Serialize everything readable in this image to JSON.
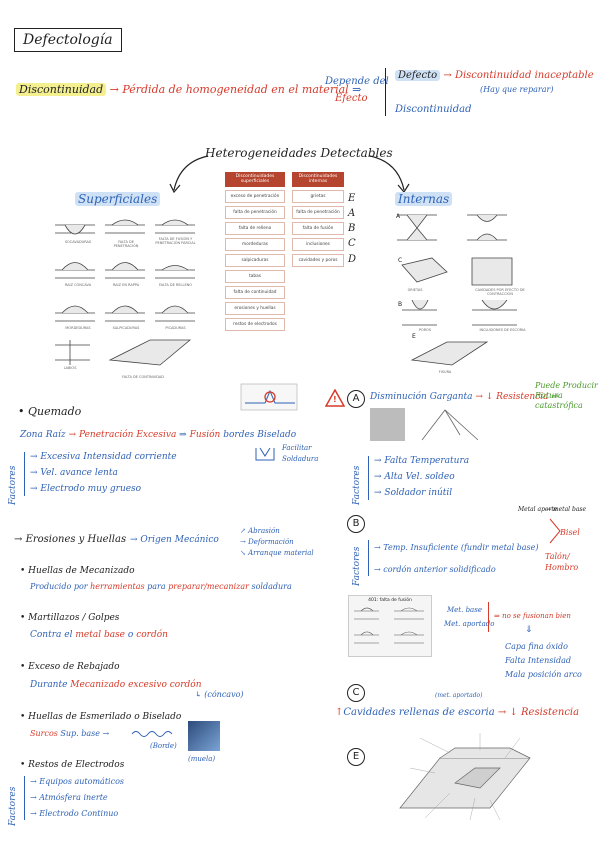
{
  "title": "Defectología",
  "intro": {
    "discontinuidad": "Discontinuidad",
    "perdida": "Pérdida de homogeneidad en el material",
    "depende1": "Depende del",
    "efecto": "Efecto",
    "defecto": "Defecto",
    "disc_inaceptable": "Discontinuidad inaceptable",
    "hay_reparar": "(Hay que reparar)",
    "discontinuidad2": "Discontinuidad"
  },
  "heterogeneidades": "Heterogeneidades Detectables",
  "superficiales": "Superficiales",
  "internas": "Internas",
  "table": {
    "left_header": "Discontinuidades superficiales",
    "right_header": "Discontinuidades internas",
    "left_items": [
      "exceso de penetración",
      "falta de penetración",
      "falta de relleno",
      "mordeduras",
      "salpicaduras",
      "tabas",
      "falta de continuidad",
      "erosiones y huellas",
      "restos de electrodos"
    ],
    "right_items": [
      "grietas",
      "falta de penetración",
      "falta de fusión",
      "inclusiones",
      "cavidades y poros"
    ],
    "letters": [
      "E",
      "A",
      "B",
      "C",
      "D"
    ]
  },
  "left_sketch_captions": [
    "SOCAVADURAS",
    "FALTA DE PENETRACIÓN",
    "FALTA DE FUSIÓN Y PENETRACIÓN PARCIAL",
    "RAIZ CÓNCAVA",
    "RAIZ EN RAPPA",
    "FALTA DE RELLENO",
    "MORDEDURAS",
    "SALPICADURAS",
    "PICADURAS",
    "LABIOS",
    "FALTA DE CONTINUIDAD"
  ],
  "right_sketch_captions": [
    "GRIETAS",
    "CAVIDADES POR EFECTO DE CONTRACCIÓN",
    "POROS",
    "INCLUSIONES DE ESCORIA",
    "FISURA"
  ],
  "quemado": {
    "title": "Quemado",
    "line": [
      "Zona Raíz",
      "Penetración",
      "Excesiva",
      "Fusión",
      "bordes",
      "Biselado"
    ],
    "facilitar": "Facilitar",
    "soldadura": "Soldadura",
    "factores_label": "Factores",
    "factores": [
      "Excesiva Intensidad corriente",
      "Vel. avance lenta",
      "Electrodo muy grueso"
    ]
  },
  "A": {
    "letter": "A",
    "alert": "!",
    "title": [
      "Disminución",
      "Garganta",
      "Resistencia",
      "Puede Producir",
      "Rotura",
      "catastrófica"
    ],
    "factores_label": "Factores",
    "factores": [
      "Falta Temperatura",
      "Alta Vel. soldeo",
      "Soldador inútil"
    ]
  },
  "erosiones": {
    "title": "Erosiones y Huellas",
    "origen": "Origen",
    "mecanico": "Mecánico",
    "branches": [
      "Abrasión",
      "Deformación",
      "Arranque material"
    ]
  },
  "B": {
    "letter": "B",
    "metal_aporte": "Metal aporte",
    "metal_base": "metal base",
    "bisel": "Bisel",
    "talon": "Talón/",
    "hombro": "Hombro",
    "factores_label": "Factores",
    "f1": "Temp. Insuficiente",
    "f1b": "(fundir metal base)",
    "f2": "cordón anterior solidificado",
    "fusion_title": "401: falta de fusión",
    "mat_base": "Met. base",
    "mat_aporte": "Met. aportado",
    "no_fusionan": "no se fusionan bien",
    "capa": "Capa fina óxido",
    "falta_int": "Falta Intensidad",
    "mala_pos": "Mala posición arco"
  },
  "mecanizado": {
    "title": "Huellas de Mecanizado",
    "desc": [
      "Producido",
      "por",
      "herramientas",
      "para",
      "preparar",
      "/",
      "mecanizar",
      "soldadura"
    ]
  },
  "martillazos": {
    "title": "Martillazos / Golpes",
    "desc": [
      "Contra",
      "el",
      "metal base",
      "o",
      "cordón"
    ]
  },
  "rebajado": {
    "title": "Exceso de Rebajado",
    "desc": [
      "Durante",
      "Mecanizado",
      "excesivo",
      "cordón",
      "(cóncavo)"
    ]
  },
  "esmerilado": {
    "title": "Huellas de Esmerilado o Biselado",
    "desc": [
      "Surcos",
      "Sup. base"
    ],
    "borde": "(Borde)",
    "muela": "(muela)"
  },
  "C": {
    "letter": "C",
    "met_aportado": "(met. aportado)",
    "text": [
      "Cavidades",
      "rellenas",
      "de",
      "escoria",
      "Resistencia"
    ]
  },
  "restos": {
    "title": "Restos de Electrodos",
    "factores_label": "Factores",
    "factores": [
      "Equipos automáticos",
      "Atmósfera inerte",
      "Electrodo Continuo"
    ]
  },
  "E": {
    "letter": "E"
  },
  "colors": {
    "blue": "#2f62b6",
    "red": "#d63a2a",
    "green": "#4a9a2b",
    "yellow": "#f4ef8f",
    "table_header": "#b5452f"
  }
}
